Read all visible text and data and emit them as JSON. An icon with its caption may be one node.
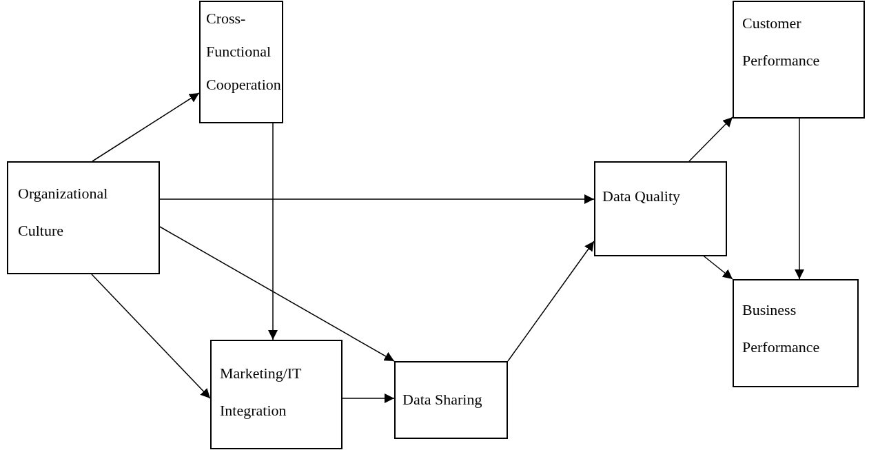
{
  "diagram": {
    "nodes": [
      {
        "text": [
          "Organizational Culture"
        ]
      },
      {
        "text": [
          "Cross-Functional Cooperation"
        ]
      },
      {
        "text": [
          "Marketing/IT Integration"
        ]
      },
      {
        "text": [
          "Data Sharing"
        ]
      },
      {
        "text": [
          "Data Quality"
        ]
      },
      {
        "text": [
          "Customer Performance"
        ]
      },
      {
        "text": [
          "Business Performance"
        ]
      }
    ],
    "edges": [
      {
        "from": 0,
        "to": 1,
        "arrow": "to"
      },
      {
        "from": 0,
        "to": 4,
        "arrow": "to"
      },
      {
        "from": 0,
        "to": 3,
        "arrow": "to"
      },
      {
        "from": 0,
        "to": 2,
        "arrow": "to"
      },
      {
        "from": 1,
        "to": 2,
        "arrow": "to"
      },
      {
        "from": 2,
        "to": 3,
        "arrow": "to"
      },
      {
        "from": 3,
        "to": 4,
        "arrow": "to"
      },
      {
        "from": 4,
        "to": 5,
        "arrow": "to"
      },
      {
        "from": 4,
        "to": 6,
        "arrow": "to"
      },
      {
        "from": 5,
        "to": 6,
        "arrow": "to"
      }
    ]
  }
}
